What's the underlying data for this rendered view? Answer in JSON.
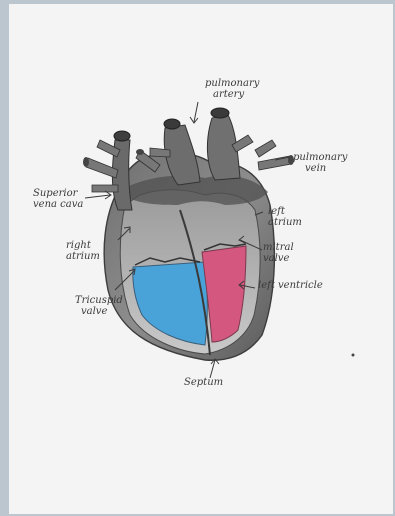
{
  "labels": {
    "pulmonary_artery": [
      "pulmonary",
      "artery"
    ],
    "pulmonary_vein": [
      "pulmonary",
      "vein"
    ],
    "superior_vena_cava": [
      "Superior",
      "vena cava"
    ],
    "left_atrium": [
      "left",
      "atrium"
    ],
    "right_atrium": [
      "right",
      "atrium"
    ],
    "mitral_valve": [
      "mitral",
      "valve"
    ],
    "left_ventricle": "left ventricle",
    "tricuspid_valve": [
      "Tricuspid",
      "valve"
    ],
    "septum": "Septum"
  },
  "colors": {
    "right_ventricle_fill": "#4aa3d8",
    "left_ventricle_fill": "#d4577f",
    "pencil": "#4a4a4a",
    "paper": "#f3f4f3"
  }
}
